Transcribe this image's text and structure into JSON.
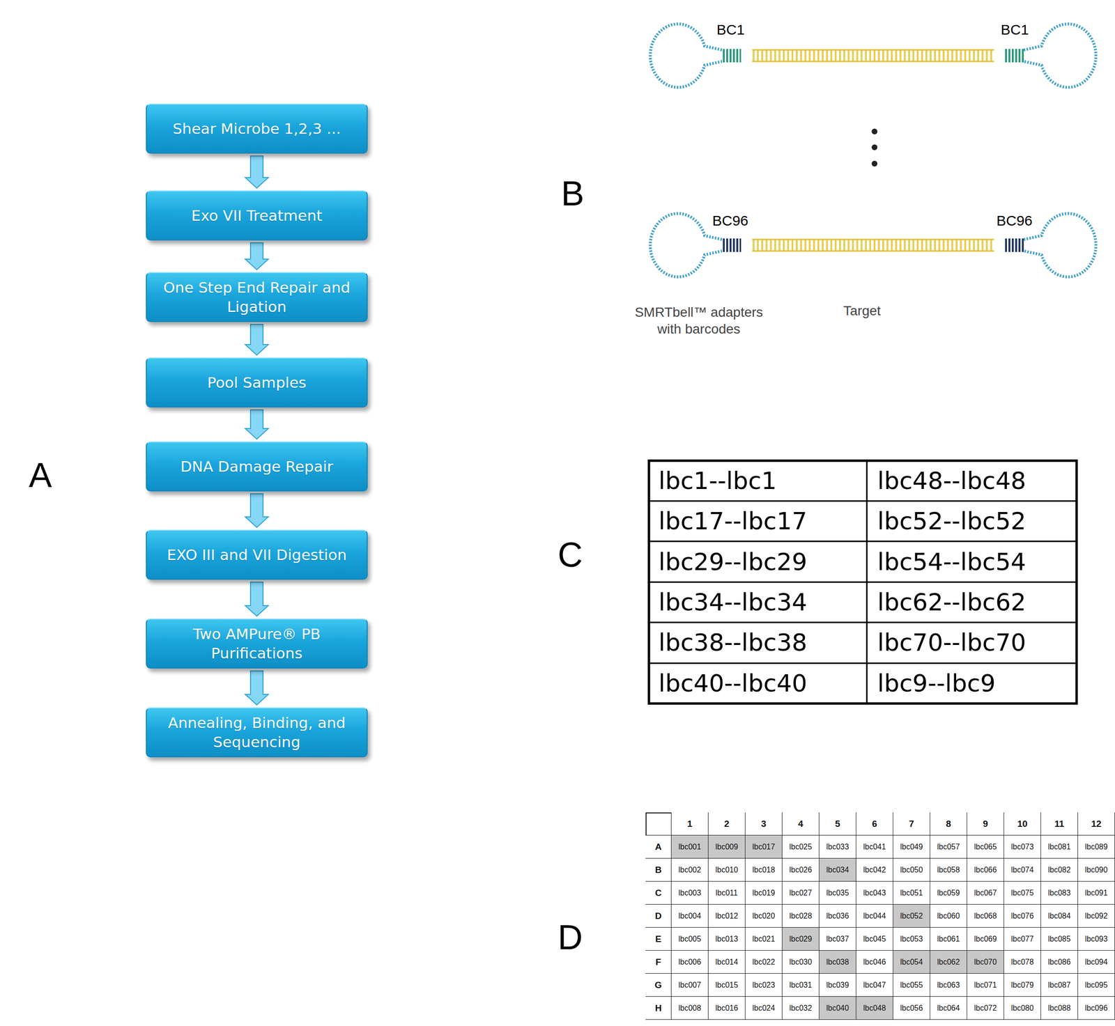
{
  "diagram": {
    "nodes": [
      {
        "text": [
          "Shear Microbe 1,2,3 ..."
        ]
      },
      {
        "text": [
          "Exo VII Treatment"
        ]
      },
      {
        "text": [
          "One Step End Repair and Ligation"
        ]
      },
      {
        "text": [
          "Pool Samples"
        ]
      },
      {
        "text": [
          "DNA Damage Repair"
        ]
      },
      {
        "text": [
          "EXO III and VII Digestion"
        ]
      },
      {
        "text": [
          "Two AMPure® PB Purifications"
        ]
      },
      {
        "text": [
          "Annealing, Binding, and Sequencing"
        ]
      }
    ],
    "edges": [
      {
        "from": 0,
        "to": 1,
        "arrow": "to"
      },
      {
        "from": 1,
        "to": 2,
        "arrow": "to"
      },
      {
        "from": 2,
        "to": 3,
        "arrow": "to"
      },
      {
        "from": 3,
        "to": 4,
        "arrow": "to"
      },
      {
        "from": 4,
        "to": 5,
        "arrow": "to"
      },
      {
        "from": 5,
        "to": 6,
        "arrow": "to"
      },
      {
        "from": 6,
        "to": 7,
        "arrow": "to"
      }
    ],
    "labels": [
      "A",
      "B",
      "BC1",
      "BC1",
      "BC96",
      "BC96",
      "SMRTbell™ adapters with barcodes",
      "Target",
      "C",
      "lbc1--lbc1",
      "lbc48--lbc48",
      "lbc17--lbc17",
      "lbc52--lbc52",
      "lbc29--lbc29",
      "lbc54--lbc54",
      "lbc34--lbc34",
      "lbc62--lbc62",
      "lbc38--lbc38",
      "lbc70--lbc70",
      "lbc40--lbc40",
      "lbc9--lbc9",
      "D",
      "1",
      "2",
      "3",
      "4",
      "5",
      "6",
      "7",
      "8",
      "9",
      "10",
      "11",
      "12",
      "A",
      "lbc001",
      "lbc009",
      "lbc017",
      "lbc025",
      "lbc033",
      "lbc041",
      "lbc049",
      "lbc057",
      "lbc065",
      "lbc073",
      "lbc081",
      "lbc089",
      "B",
      "lbc002",
      "lbc010",
      "lbc018",
      "lbc026",
      "lbc034",
      "lbc042",
      "lbc050",
      "lbc058",
      "lbc066",
      "lbc074",
      "lbc082",
      "lbc090",
      "C",
      "lbc003",
      "lbc011",
      "lbc019",
      "lbc027",
      "lbc035",
      "lbc043",
      "lbc051",
      "lbc059",
      "lbc067",
      "lbc075",
      "lbc083",
      "lbc091",
      "D",
      "lbc004",
      "lbc012",
      "lbc020",
      "lbc028",
      "lbc036",
      "lbc044",
      "lbc052",
      "lbc060",
      "lbc068",
      "lbc076",
      "lbc084",
      "lbc092",
      "E",
      "lbc005",
      "lbc013",
      "lbc021",
      "lbc029",
      "lbc037",
      "lbc045",
      "lbc053",
      "lbc061",
      "lbc069",
      "lbc077",
      "lbc085",
      "lbc093",
      "F",
      "lbc006",
      "lbc014",
      "lbc022",
      "lbc030",
      "lbc038",
      "lbc046",
      "lbc054",
      "lbc062",
      "lbc070",
      "lbc078",
      "lbc086",
      "lbc094",
      "G",
      "lbc007",
      "lbc015",
      "lbc023",
      "lbc031",
      "lbc039",
      "lbc047",
      "lbc055",
      "lbc063",
      "lbc071",
      "lbc079",
      "lbc087",
      "lbc095",
      "H",
      "lbc008",
      "lbc016",
      "lbc024",
      "lbc032",
      "lbc040",
      "lbc048",
      "lbc056",
      "lbc064",
      "lbc072",
      "lbc080",
      "lbc088",
      "lbc096"
    ]
  }
}
